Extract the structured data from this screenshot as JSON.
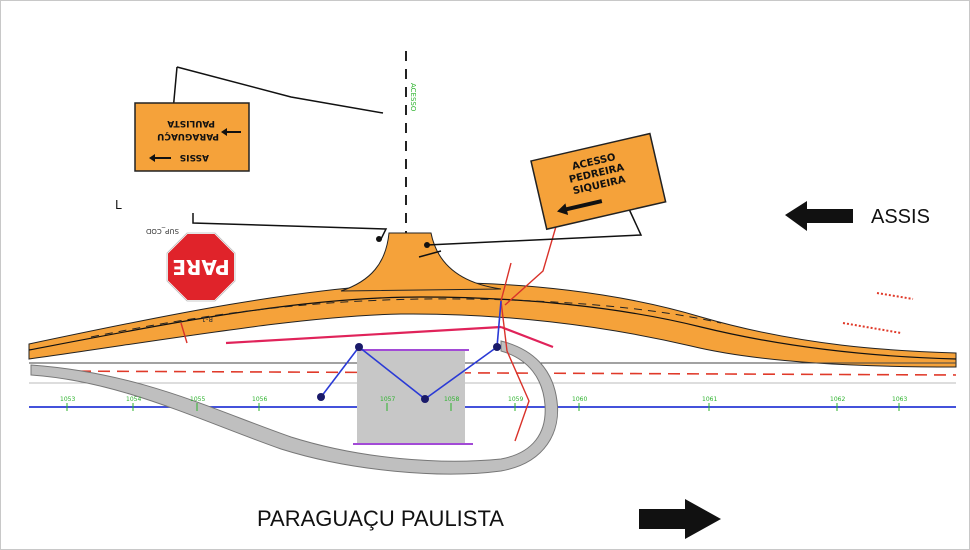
{
  "directions": {
    "assis": "ASSIS",
    "paraguacu": "PARAGUAÇU PAULISTA"
  },
  "signs": {
    "left_line1": "ASSIS",
    "left_line2": "PARAGUAÇU",
    "left_line3": "PAULISTA",
    "right_line1": "ACESSO",
    "right_line2": "PEDREIRA",
    "right_line3": "SIQUEIRA",
    "stop": "PARE"
  },
  "labels": {
    "access": "ACESSO",
    "sup_cod": "SUP_COD",
    "r1": "R-1"
  },
  "stations": [
    "1053",
    "1054",
    "1055",
    "1056",
    "1057",
    "1058",
    "1059",
    "1060",
    "1061",
    "1062",
    "1063"
  ],
  "colors": {
    "asphalt": "#f5a23a",
    "island": "#bfbfbf",
    "centerline": "#2a3ad6",
    "edge_dash": "#e03a2a",
    "stop": "#e0232a"
  }
}
